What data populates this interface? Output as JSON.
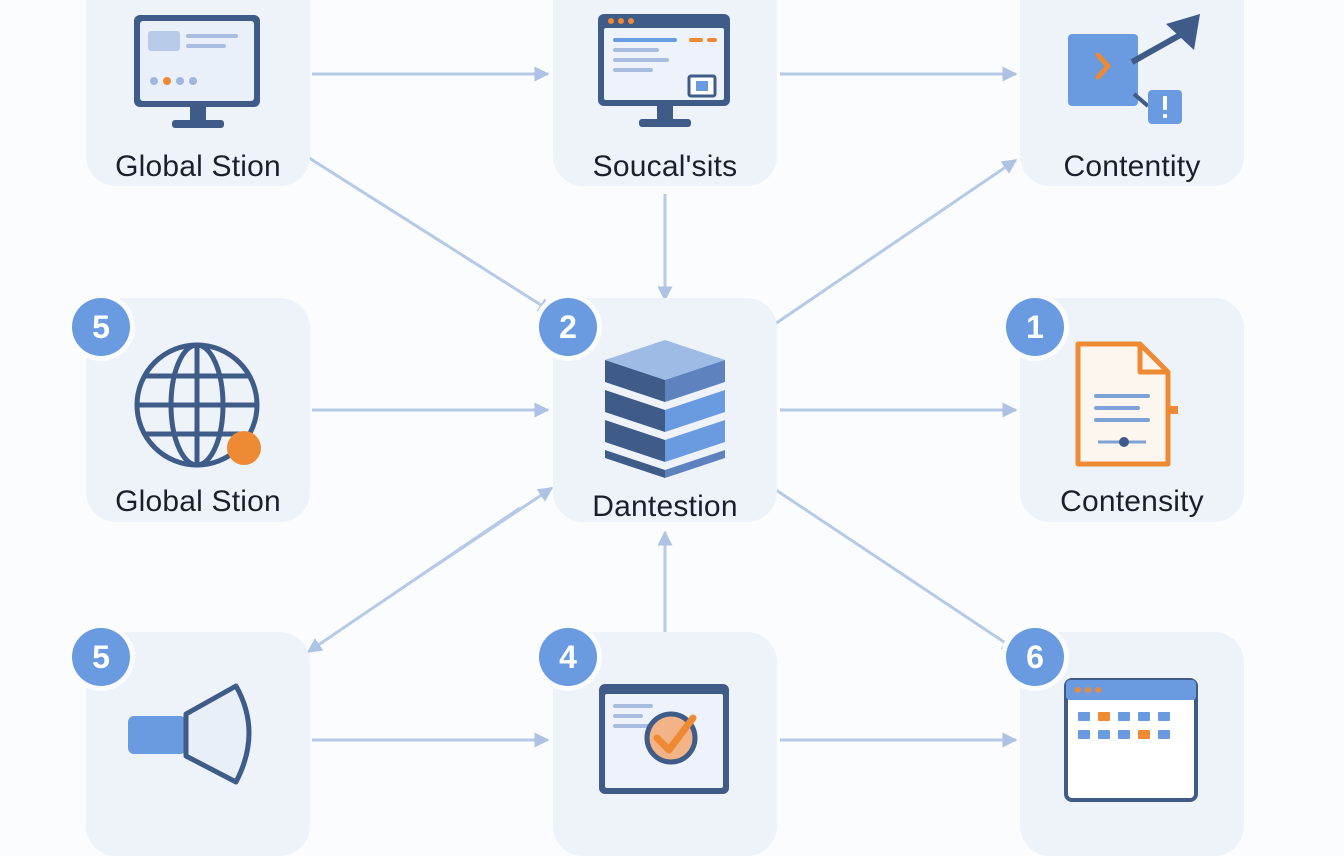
{
  "colors": {
    "tile_bg": "#eef3fa",
    "accent_blue": "#6a9ae0",
    "icon_navy": "#3f5b88",
    "arrow": "#b3c7e6",
    "orange": "#ee8a33"
  },
  "nodes": [
    {
      "id": "top-left",
      "label": "Global Stion",
      "badge": "",
      "icon": "desktop-monitor-icon"
    },
    {
      "id": "top-center",
      "label": "Soucal'sits",
      "badge": "",
      "icon": "web-window-monitor-icon"
    },
    {
      "id": "top-right",
      "label": "Contentity",
      "badge": "",
      "icon": "content-export-icon"
    },
    {
      "id": "mid-left",
      "label": "Global Stion",
      "badge": "5",
      "icon": "globe-icon"
    },
    {
      "id": "center",
      "label": "Dantestion",
      "badge": "2",
      "icon": "database-server-icon"
    },
    {
      "id": "mid-right",
      "label": "Contensity",
      "badge": "1",
      "icon": "document-icon"
    },
    {
      "id": "bottom-left",
      "label": "",
      "badge": "5",
      "icon": "megaphone-icon"
    },
    {
      "id": "bottom-center",
      "label": "",
      "badge": "4",
      "icon": "checklist-window-icon"
    },
    {
      "id": "bottom-right",
      "label": "",
      "badge": "6",
      "icon": "calendar-icon"
    }
  ],
  "connections": [
    {
      "from": "top-left",
      "to": "top-center"
    },
    {
      "from": "top-center",
      "to": "top-right"
    },
    {
      "from": "top-left",
      "to": "center"
    },
    {
      "from": "top-center",
      "to": "center"
    },
    {
      "from": "center",
      "to": "top-right"
    },
    {
      "from": "mid-left",
      "to": "center"
    },
    {
      "from": "center",
      "to": "mid-right"
    },
    {
      "from": "center",
      "to": "bottom-left"
    },
    {
      "from": "bottom-left",
      "to": "center"
    },
    {
      "from": "bottom-center",
      "to": "center"
    },
    {
      "from": "center",
      "to": "bottom-right"
    },
    {
      "from": "bottom-left",
      "to": "bottom-center"
    },
    {
      "from": "bottom-center",
      "to": "bottom-right"
    }
  ]
}
